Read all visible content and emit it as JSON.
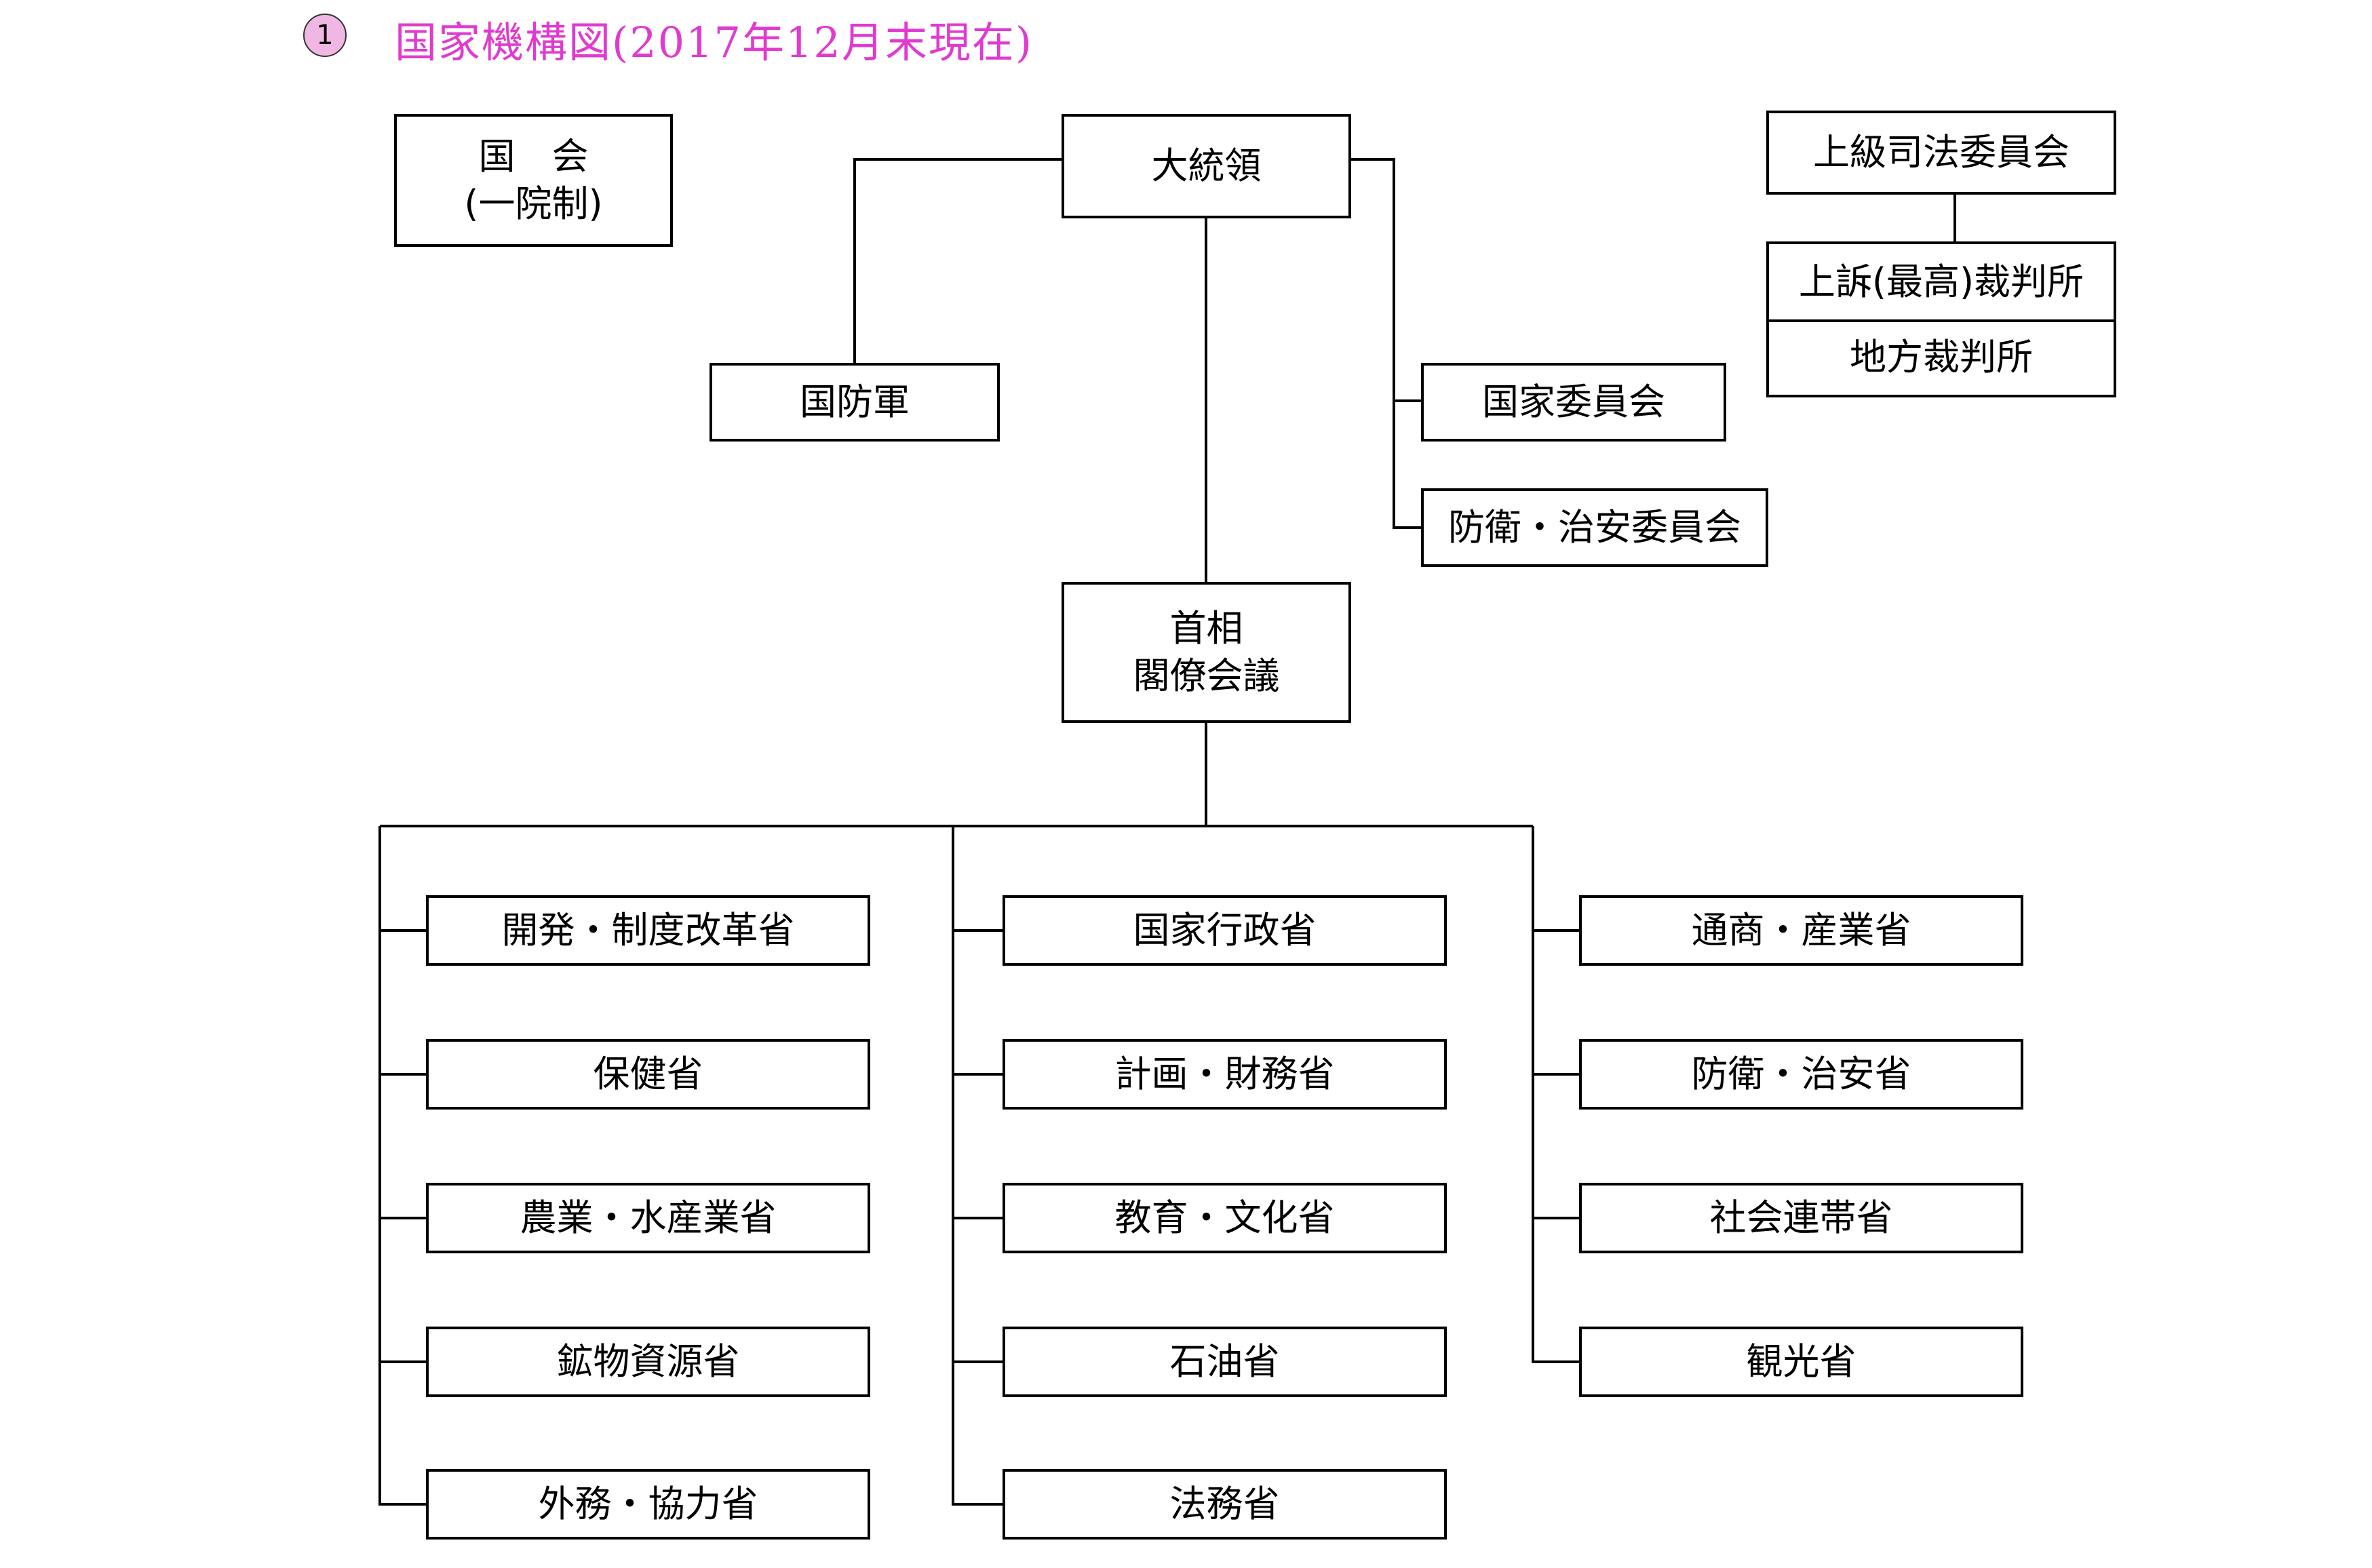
{
  "title": {
    "number": "1",
    "text": "国家機構図(2017年12月末現在)"
  },
  "parliament": {
    "line1": "国　会",
    "line2": "(一院制)"
  },
  "president": "大統領",
  "army": "国防軍",
  "committees": [
    "国家委員会",
    "防衛・治安委員会"
  ],
  "judiciary": {
    "council": "上級司法委員会",
    "supreme": "上訴(最高)裁判所",
    "local": "地方裁判所"
  },
  "cabinet": {
    "line1": "首相",
    "line2": "閣僚会議"
  },
  "ministries": {
    "left": [
      "開発・制度改革省",
      "保健省",
      "農業・水産業省",
      "鉱物資源省",
      "外務・協力省"
    ],
    "middle": [
      "国家行政省",
      "計画・財務省",
      "教育・文化省",
      "石油省",
      "法務省"
    ],
    "right": [
      "通商・産業省",
      "防衛・治安省",
      "社会連帯省",
      "観光省"
    ]
  }
}
